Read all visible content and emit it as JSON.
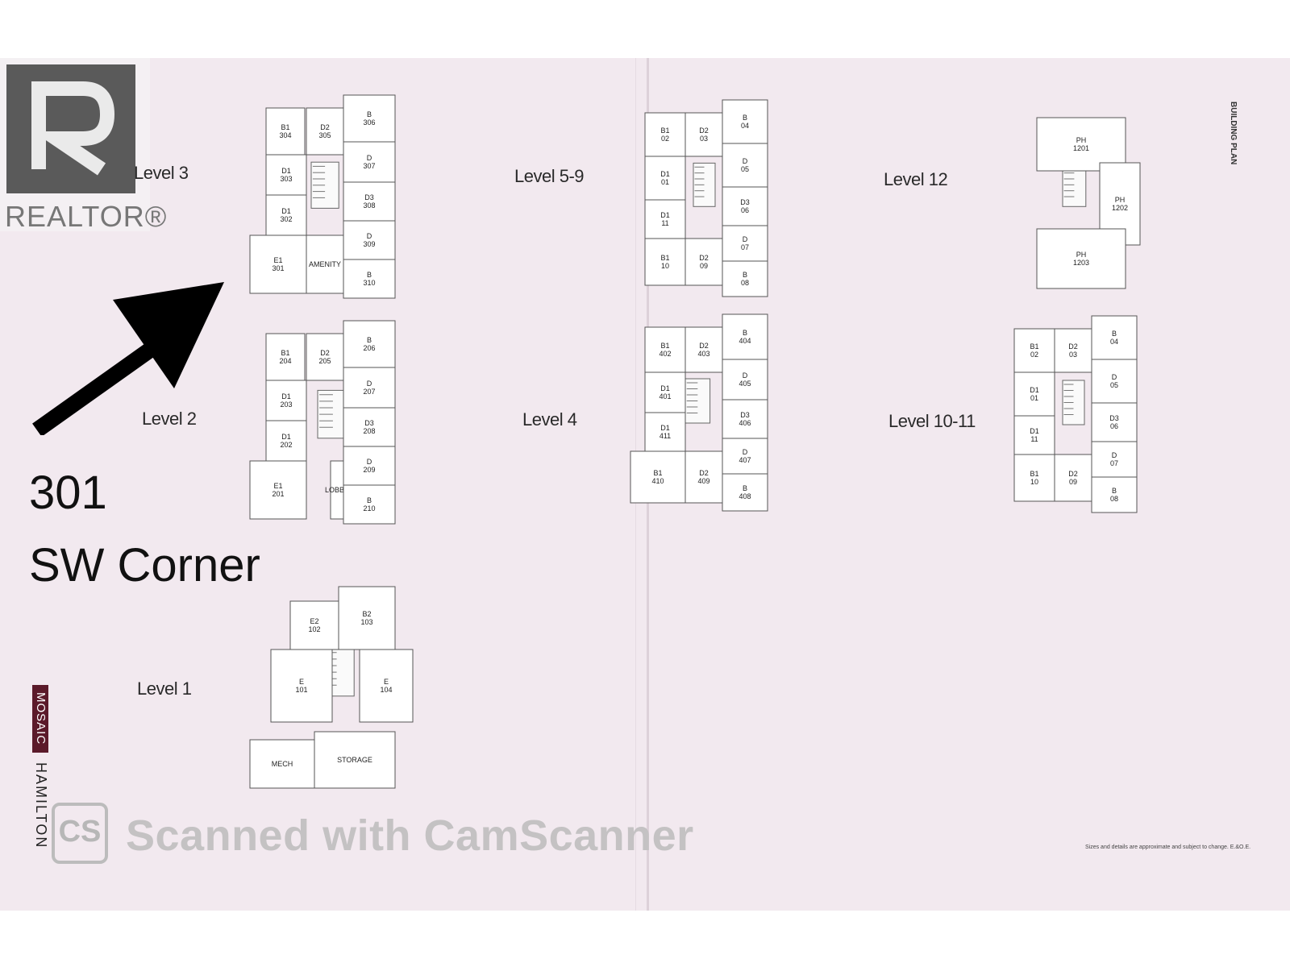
{
  "watermark": {
    "realtor": "REALTOR®",
    "scanner": "Scanned with CamScanner",
    "scanner_icon": "CS"
  },
  "annotation": {
    "unit": "301",
    "location": "SW Corner",
    "arrow_icon": "arrow-up-right-icon"
  },
  "brand": {
    "name1": "MOSAIC",
    "name2": "HAMILTON",
    "color": "#5b1a2a"
  },
  "building_plan_label": "BUILDING PLAN",
  "disclaimer": "Sizes and details are approximate and subject to change. E.&O.E.",
  "levels": {
    "l3": {
      "label": "Level 3",
      "units": [
        {
          "type": "B1",
          "num": "304"
        },
        {
          "type": "D2",
          "num": "305"
        },
        {
          "type": "B",
          "num": "306"
        },
        {
          "type": "D1",
          "num": "303"
        },
        {
          "type": "D",
          "num": "307"
        },
        {
          "type": "D1",
          "num": "302"
        },
        {
          "type": "D3",
          "num": "308"
        },
        {
          "type": "D",
          "num": "309"
        },
        {
          "type": "E1",
          "num": "301"
        },
        {
          "type": "",
          "num": "AMENITY"
        },
        {
          "type": "B",
          "num": "310"
        }
      ]
    },
    "l2": {
      "label": "Level 2",
      "units": [
        {
          "type": "B1",
          "num": "204"
        },
        {
          "type": "D2",
          "num": "205"
        },
        {
          "type": "B",
          "num": "206"
        },
        {
          "type": "D1",
          "num": "203"
        },
        {
          "type": "D",
          "num": "207"
        },
        {
          "type": "D1",
          "num": "202"
        },
        {
          "type": "D3",
          "num": "208"
        },
        {
          "type": "D",
          "num": "209"
        },
        {
          "type": "E1",
          "num": "201"
        },
        {
          "type": "",
          "num": "LOBBY"
        },
        {
          "type": "B",
          "num": "210"
        }
      ]
    },
    "l1": {
      "label": "Level 1",
      "units": [
        {
          "type": "E2",
          "num": "102"
        },
        {
          "type": "B2",
          "num": "103"
        },
        {
          "type": "E",
          "num": "101"
        },
        {
          "type": "E",
          "num": "104"
        },
        {
          "type": "",
          "num": "MECH"
        },
        {
          "type": "",
          "num": "STORAGE"
        }
      ]
    },
    "l59": {
      "label": "Level 5-9",
      "units": [
        {
          "type": "B1",
          "num": "02"
        },
        {
          "type": "D2",
          "num": "03"
        },
        {
          "type": "B",
          "num": "04"
        },
        {
          "type": "D1",
          "num": "01"
        },
        {
          "type": "D",
          "num": "05"
        },
        {
          "type": "D1",
          "num": "11"
        },
        {
          "type": "D3",
          "num": "06"
        },
        {
          "type": "D",
          "num": "07"
        },
        {
          "type": "B1",
          "num": "10"
        },
        {
          "type": "D2",
          "num": "09"
        },
        {
          "type": "B",
          "num": "08"
        }
      ]
    },
    "l4": {
      "label": "Level 4",
      "units": [
        {
          "type": "B1",
          "num": "402"
        },
        {
          "type": "D2",
          "num": "403"
        },
        {
          "type": "B",
          "num": "404"
        },
        {
          "type": "D1",
          "num": "401"
        },
        {
          "type": "D",
          "num": "405"
        },
        {
          "type": "D1",
          "num": "411"
        },
        {
          "type": "D3",
          "num": "406"
        },
        {
          "type": "D",
          "num": "407"
        },
        {
          "type": "B1",
          "num": "410"
        },
        {
          "type": "D2",
          "num": "409"
        },
        {
          "type": "B",
          "num": "408"
        }
      ]
    },
    "l12": {
      "label": "Level 12",
      "units": [
        {
          "type": "PH",
          "num": "1201"
        },
        {
          "type": "PH",
          "num": "1202"
        },
        {
          "type": "PH",
          "num": "1203"
        }
      ]
    },
    "l1011": {
      "label": "Level 10-11",
      "units": [
        {
          "type": "B1",
          "num": "02"
        },
        {
          "type": "D2",
          "num": "03"
        },
        {
          "type": "B",
          "num": "04"
        },
        {
          "type": "D1",
          "num": "01"
        },
        {
          "type": "D",
          "num": "05"
        },
        {
          "type": "D1",
          "num": "11"
        },
        {
          "type": "D3",
          "num": "06"
        },
        {
          "type": "D",
          "num": "07"
        },
        {
          "type": "B1",
          "num": "10"
        },
        {
          "type": "D2",
          "num": "09"
        },
        {
          "type": "B",
          "num": "08"
        }
      ]
    }
  }
}
